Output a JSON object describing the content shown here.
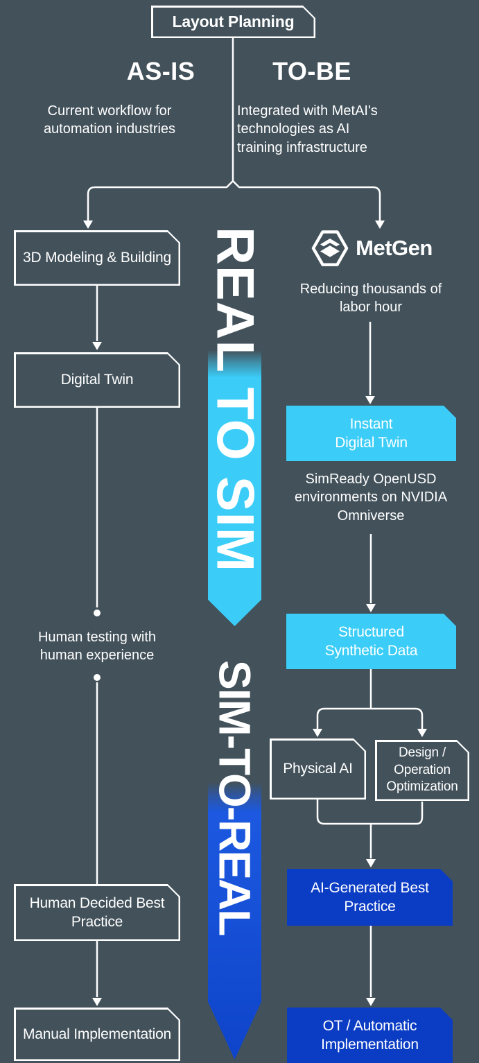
{
  "root": {
    "title": "Layout Planning"
  },
  "as_is": {
    "heading": "AS-IS",
    "description": "Current workflow for\nautomation industries",
    "step_modeling": "3D Modeling & Building",
    "step_digital_twin": "Digital Twin",
    "note_human_testing": "Human testing with\nhuman experience",
    "step_best_practice": "Human Decided Best\nPractice",
    "step_manual": "Manual Implementation"
  },
  "to_be": {
    "heading": "TO-BE",
    "description": "Integrated with MetAI's\ntechnologies as AI\ntraining infrastructure",
    "brand": "MetGen",
    "caption": "Reducing thousands of\nlabor hour",
    "step_instant_twin": "Instant\nDigital Twin",
    "note_simready": "SimReady OpenUSD\nenvironments on NVIDIA\nOmniverse",
    "step_synthetic_data": "Structured\nSynthetic Data",
    "step_physical_ai": "Physical AI",
    "step_design_opt": "Design /\nOperation\nOptimization",
    "step_ai_best": "AI-Generated Best\nPractice",
    "step_ot_auto": "OT / Automatic\nImplementation"
  },
  "ribbons": {
    "real_to_sim": "REAL TO SIM",
    "sim_to_real": "SIM-TO-REAL"
  },
  "colors": {
    "background": "#42515A",
    "line": "#FFFFFF",
    "cyan": "#3BCDF8",
    "blue_box": "#0B3CC4",
    "ribbon_blue_top": "#1C59E0",
    "ribbon_blue_bottom": "#0E44C9"
  }
}
